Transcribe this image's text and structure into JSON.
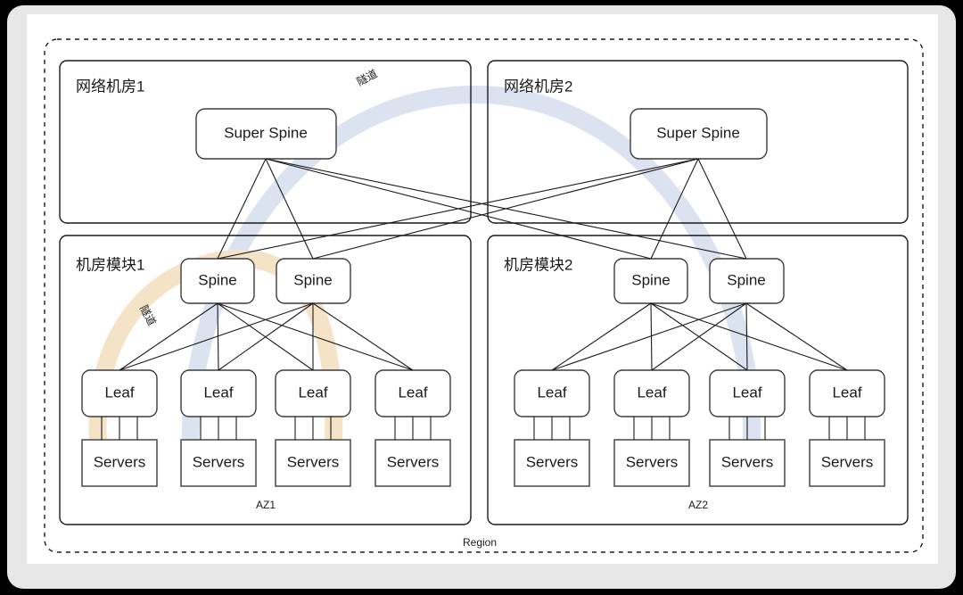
{
  "region": {
    "label": "Region"
  },
  "network_rooms": [
    {
      "title": "网络机房1",
      "super_spine": {
        "label": "Super Spine"
      }
    },
    {
      "title": "网络机房2",
      "super_spine": {
        "label": "Super Spine"
      }
    }
  ],
  "modules": [
    {
      "title": "机房模块1",
      "zone_label": "AZ1",
      "spines": [
        {
          "label": "Spine"
        },
        {
          "label": "Spine"
        }
      ],
      "leaves": [
        {
          "label": "Leaf"
        },
        {
          "label": "Leaf"
        },
        {
          "label": "Leaf"
        },
        {
          "label": "Leaf"
        }
      ],
      "servers": [
        {
          "label": "Servers"
        },
        {
          "label": "Servers"
        },
        {
          "label": "Servers"
        },
        {
          "label": "Servers"
        }
      ]
    },
    {
      "title": "机房模块2",
      "zone_label": "AZ2",
      "spines": [
        {
          "label": "Spine"
        },
        {
          "label": "Spine"
        }
      ],
      "leaves": [
        {
          "label": "Leaf"
        },
        {
          "label": "Leaf"
        },
        {
          "label": "Leaf"
        },
        {
          "label": "Leaf"
        }
      ],
      "servers": [
        {
          "label": "Servers"
        },
        {
          "label": "Servers"
        },
        {
          "label": "Servers"
        },
        {
          "label": "Servers"
        }
      ]
    }
  ],
  "tunnels": [
    {
      "label": "隧道",
      "color": "#dbe2f0",
      "scope": "super-spine-to-super-spine"
    },
    {
      "label": "隧道",
      "color": "#f5e3c8",
      "scope": "leaf-to-leaf-within-az1"
    }
  ],
  "colors": {
    "node_stroke": "#3c3c3c",
    "container_stroke": "#1a1a1a",
    "link_stroke": "#1a1a1a",
    "canvas": "#ffffff",
    "window_chrome": "#e7e7e7",
    "backdrop": "#000000",
    "tunnel_blue": "#dbe2f0",
    "tunnel_orange": "#f5e3c8"
  }
}
